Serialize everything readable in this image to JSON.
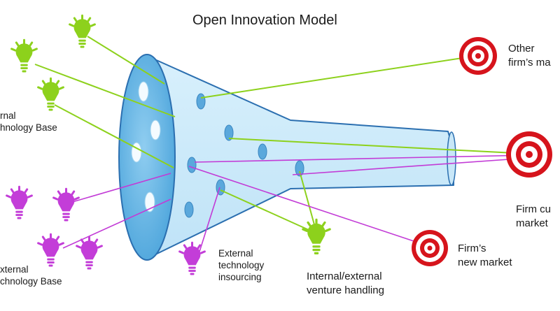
{
  "title": "Open Innovation Model",
  "labels": {
    "external_base_top": [
      "rnal",
      "hnology Base"
    ],
    "external_base_bottom": [
      "xternal",
      "chnology Base"
    ],
    "insourcing": [
      "External",
      "technology",
      "insourcing"
    ],
    "venture": [
      "Internal/external",
      "venture handling"
    ],
    "other_market": [
      "Other",
      "firm’s ma"
    ],
    "current_market": [
      "Firm cu",
      "market"
    ],
    "new_market": [
      "Firm’s",
      "new market"
    ]
  },
  "colors": {
    "green": "#8dd11c",
    "green_dark": "#5e9a10",
    "magenta": "#c33dd8",
    "magenta_line": "#c23bd6",
    "funnel_fill": "#cdebfa",
    "funnel_stroke": "#2b6fb0",
    "mouth_fill": "#6db9e6",
    "target_red": "#d6141c"
  },
  "icons": [
    "lightbulb-icon",
    "target-icon"
  ]
}
